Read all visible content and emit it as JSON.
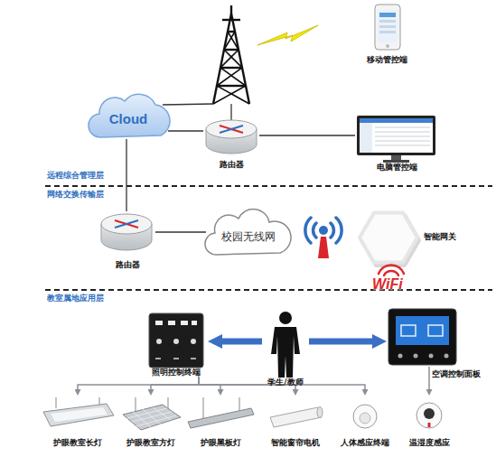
{
  "diagram": {
    "nodes": [
      {
        "text": [
          "移动管控端"
        ]
      },
      {
        "text": [
          "Cloud"
        ]
      },
      {
        "text": [
          "路由器"
        ]
      },
      {
        "text": [
          "电脑管控端"
        ]
      },
      {
        "text": [
          "路由器"
        ]
      },
      {
        "text": [
          "校园无线网"
        ]
      },
      {
        "text": [
          "智能网关"
        ]
      },
      {
        "text": [
          "照明控制终端"
        ]
      },
      {
        "text": [
          "学生/教师"
        ]
      },
      {
        "text": [
          "空调控制面板"
        ]
      },
      {
        "text": [
          "护眼教室长灯"
        ]
      },
      {
        "text": [
          "护眼教室方灯"
        ]
      },
      {
        "text": [
          "护眼黑板灯"
        ]
      },
      {
        "text": [
          "智能窗帘电机"
        ]
      },
      {
        "text": [
          "人体感应终端"
        ]
      },
      {
        "text": [
          "温湿度感应"
        ]
      }
    ],
    "edges": [
      {
        "from": 1,
        "to": 2,
        "arrow": "none"
      },
      {
        "from": 2,
        "to": 3,
        "arrow": "none"
      },
      {
        "from": 1,
        "to": 4,
        "arrow": "none"
      },
      {
        "from": 4,
        "to": 5,
        "arrow": "none"
      },
      {
        "from": 8,
        "to": 7,
        "arrow": "to"
      },
      {
        "from": 8,
        "to": 9,
        "arrow": "to"
      },
      {
        "from": 7,
        "to": 10,
        "arrow": "to"
      },
      {
        "from": 7,
        "to": 11,
        "arrow": "to"
      },
      {
        "from": 7,
        "to": 12,
        "arrow": "to"
      },
      {
        "from": 7,
        "to": 13,
        "arrow": "to"
      },
      {
        "from": 7,
        "to": 14,
        "arrow": "to"
      },
      {
        "from": 9,
        "to": 15,
        "arrow": "to"
      }
    ],
    "labels": [
      "远程综合管理层",
      "网络交换传输层",
      "教室属地应用层",
      "WiFi"
    ]
  }
}
